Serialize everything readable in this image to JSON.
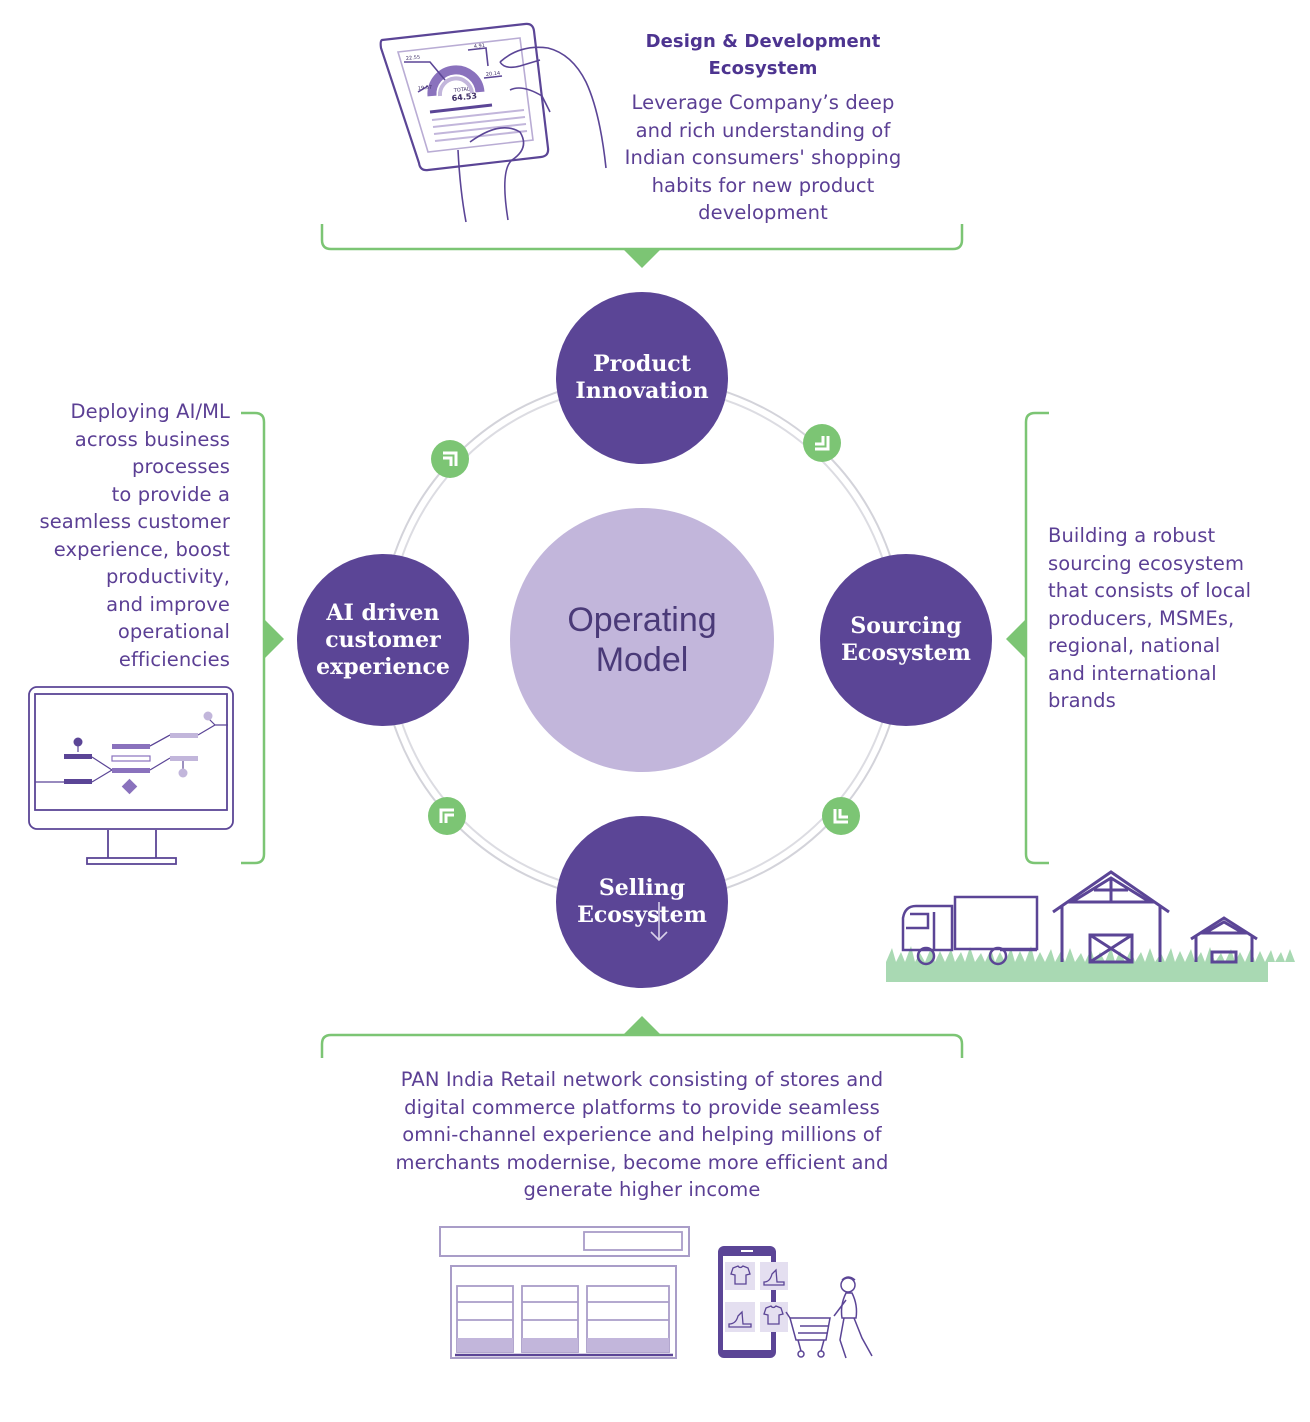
{
  "design": {
    "title_lines": [
      "Design & Development",
      "Ecosystem"
    ],
    "desc_lines": [
      "Leverage Company’s deep",
      "and rich understanding of",
      "Indian consumers' shopping",
      "habits for new product",
      "development"
    ]
  },
  "ai": {
    "desc_lines": [
      "Deploying AI/ML",
      "across business",
      "processes",
      "to provide a",
      "seamless customer",
      "experience, boost",
      "productivity,",
      "and improve",
      "operational",
      "efficiencies"
    ]
  },
  "sourcing": {
    "desc_lines": [
      "Building a robust",
      "sourcing ecosystem",
      "that consists of local",
      "producers, MSMEs,",
      "regional, national",
      "and international",
      "brands"
    ]
  },
  "selling": {
    "desc_lines": [
      "PAN India Retail network consisting of stores and",
      "digital commerce platforms to provide seamless",
      "omni-channel experience and helping millions of",
      "merchants modernise, become more efficient and",
      "generate higher income"
    ]
  },
  "nodes": {
    "product": [
      "Product",
      "Innovation"
    ],
    "ai": [
      "AI driven",
      "customer",
      "experience"
    ],
    "sourcing": [
      "Sourcing",
      "Ecosystem"
    ],
    "selling": [
      "Selling",
      "Ecosystem"
    ]
  },
  "core": [
    "Operating",
    "Model"
  ],
  "tablet": {
    "value": "64.53",
    "label": "TOTAL",
    "readings": [
      "22.55",
      "4.91",
      "19.57",
      "20.14"
    ]
  },
  "icons": {
    "tablet": "tablet-dashboard-icon",
    "monitor": "monitor-flowchart-icon",
    "farm": "truck-farm-icon",
    "store": "store-shelves-icon",
    "phone": "mobile-shopping-icon",
    "shopper": "shopper-with-cart-icon",
    "arrows": "flow-arrow-icon"
  },
  "colors": {
    "purple_dark": "#5b4596",
    "purple_light": "#c2b6db",
    "text": "#5b3f94",
    "green": "#7cc574",
    "ring": "#d6d6dc"
  }
}
